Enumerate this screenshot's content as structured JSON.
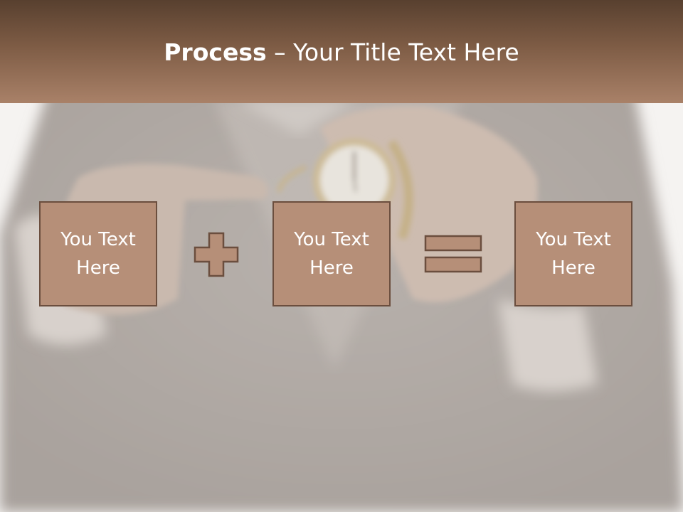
{
  "slide": {
    "title_bold": "Process",
    "title_rest": " – Your Title Text Here"
  },
  "boxes": [
    {
      "text": "You Text Here"
    },
    {
      "text": "You Text Here"
    },
    {
      "text": "You Text Here"
    }
  ],
  "operators": [
    "plus",
    "equals"
  ],
  "colors": {
    "header_dark": "#58402f",
    "header_light": "#a98168",
    "box_fill": "#b68f78",
    "box_border": "#6b4e3e",
    "text": "#ffffff"
  }
}
